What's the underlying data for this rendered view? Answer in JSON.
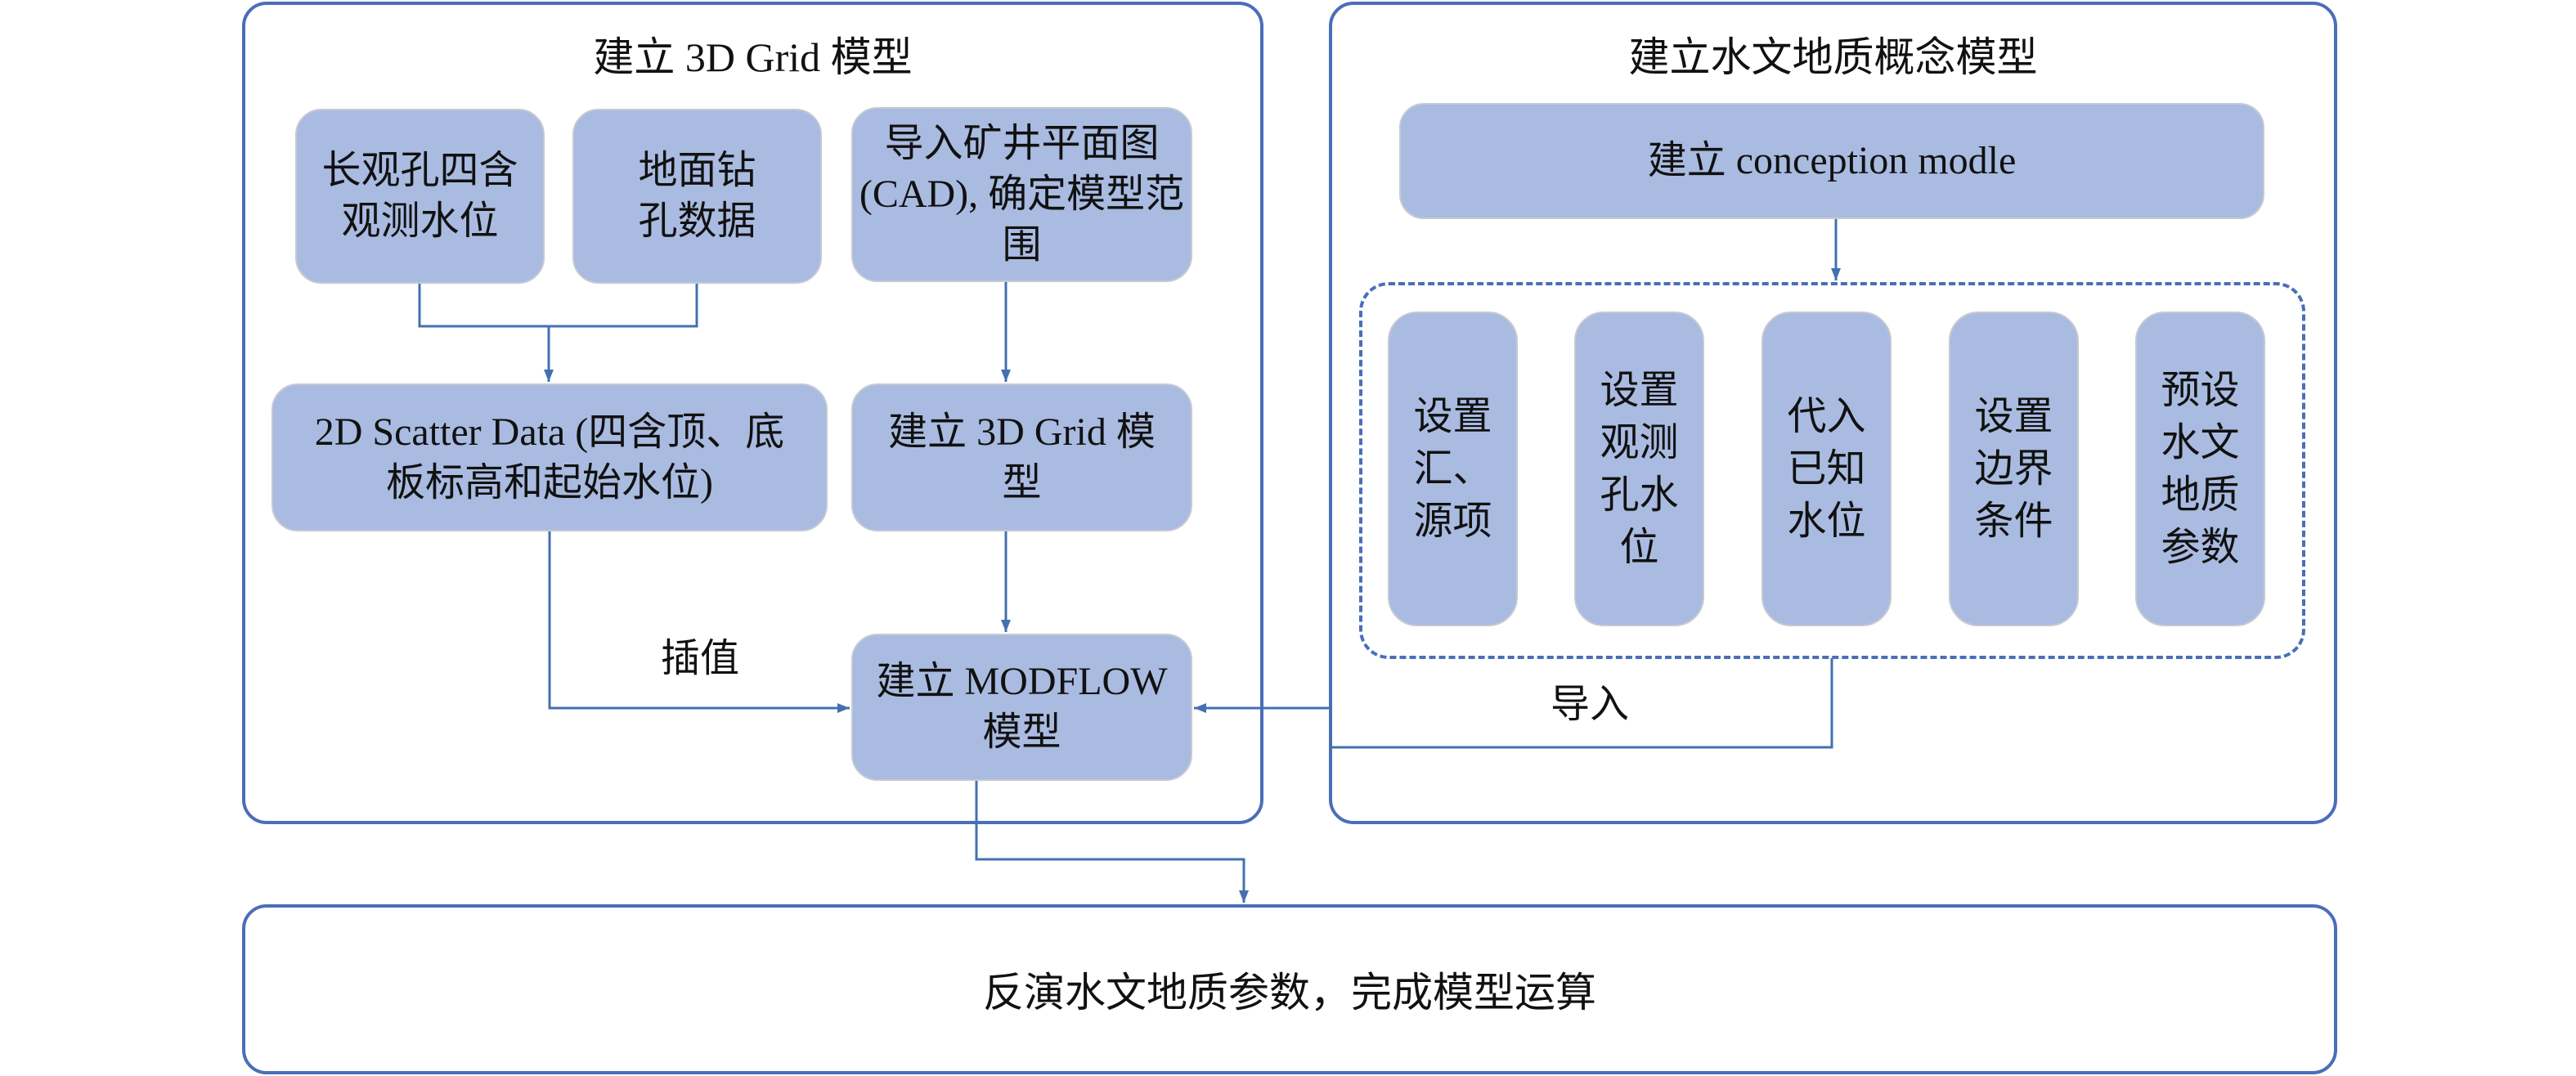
{
  "left_panel": {
    "title": "建立 3D Grid 模型",
    "boxes": {
      "observation_wells": "长观孔四含观测水位",
      "surface_boreholes": "地面钻孔数据",
      "import_cad": "导入矿井平面图(CAD), 确定模型范围",
      "scatter_data": "2D Scatter Data (四含顶、底板标高和起始水位)",
      "build_3d_grid": "建立 3D Grid 模型",
      "build_modflow": "建立 MODFLOW 模型"
    },
    "interpolation_label": "插值"
  },
  "right_panel": {
    "title": "建立水文地质概念模型",
    "conception_box": "建立 conception modle",
    "sub_boxes": [
      "设置汇、源项",
      "设置观测孔水位",
      "代入已知水位",
      "设置边界条件",
      "预设水文地质参数"
    ],
    "import_label": "导入"
  },
  "bottom_panel": {
    "text": "反演水文地质参数，完成模型运算"
  },
  "colors": {
    "border": "#4a6eb8",
    "box_fill": "#a9bbe0",
    "connector": "#4470b0"
  }
}
